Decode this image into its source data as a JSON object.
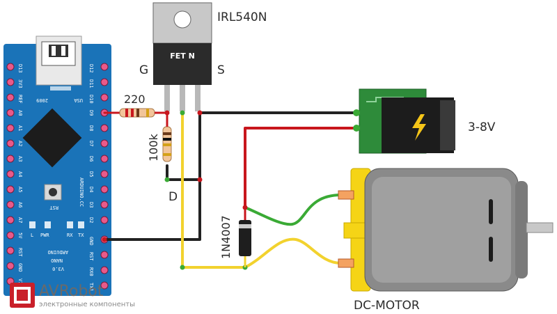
{
  "labels": {
    "mosfet": "IRL540N",
    "gate": "G",
    "source": "S",
    "drain": "D",
    "mosfet_body": "FET N",
    "resistor_gate": "220",
    "resistor_pulldown": "100k",
    "diode": "1N4007",
    "power": "3-8V",
    "motor": "DC-MOTOR"
  },
  "arduino": {
    "left_pins": [
      "D13",
      "3V3",
      "REF",
      "A0",
      "A1",
      "A2",
      "A3",
      "A4",
      "A5",
      "A6",
      "A7",
      "5V",
      "RST",
      "GND",
      "VIN"
    ],
    "right_pins": [
      "D12",
      "D11",
      "D10",
      "D9",
      "D8",
      "D7",
      "D6",
      "D5",
      "D4",
      "D3",
      "D2",
      "GND",
      "RST",
      "RX0",
      "TX1"
    ],
    "chip_labels": [
      "2009",
      "USA"
    ],
    "leds": [
      "L",
      "PWR",
      "RX",
      "TX"
    ],
    "reset": "RST",
    "board_name": "ARDUINO.CC",
    "nano": "NANO",
    "version": "V3.0",
    "arduino_word": "ARDUINO"
  },
  "logo": {
    "name": "AVRobot",
    "tagline": "электронные компоненты"
  },
  "colors": {
    "board": "#1a73b8",
    "wire_black": "#222222",
    "wire_red": "#c8161d",
    "wire_green": "#3aaa35",
    "wire_yellow": "#f2d22e",
    "motor_cap": "#f5d416",
    "motor_body": "#8a8a8a",
    "pcb_green": "#2e8b3a"
  }
}
